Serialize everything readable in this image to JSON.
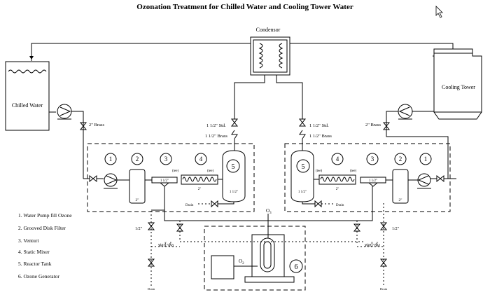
{
  "title": "Ozonation Treatment for Chilled Water and Cooling Tower Water",
  "labels": {
    "condensor": "Condensor",
    "chilled_water": "Chilled Water",
    "cooling_tower": "Cooling Tower",
    "brass_2_left": "2\" Brass",
    "brass_2_right": "2\" Brass",
    "std_left": "1 1/2\" Std.",
    "brass_left": "1 1/2\" Brass",
    "std_right": "1 1/2\" Std.",
    "brass_right": "1 1/2\" Brass",
    "half_left": "1/2\"",
    "half_right": "1/2\"",
    "drain": "Drain",
    "o3": "O",
    "o3_sub": "3",
    "o2": "O",
    "o2_sub": "2",
    "thai_left": "ท่อน้ำทิ้ง",
    "thai_right": "ท่อน้ำทิ้ง",
    "tee": "(tee)",
    "size_2": "2\"",
    "size_1_1_2": "1 1/2\"",
    "size_1_1_2b": "1 1/2\""
  },
  "numbers": [
    "1",
    "2",
    "3",
    "4",
    "5",
    "6"
  ],
  "legend": [
    "1. Water Pump fill Ozone",
    "2. Grooved Disk Filter",
    "3. Venturi",
    "4. Static Mixer",
    "5. Reactor Tank",
    "6. Ozone Generator"
  ]
}
